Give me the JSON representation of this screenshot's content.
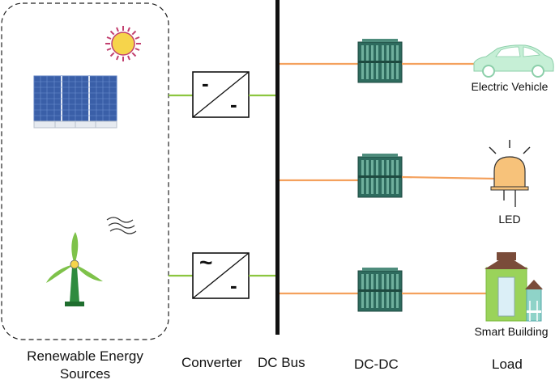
{
  "captions": {
    "sources_line1": "Renewable Energy",
    "sources_line2": "Sources",
    "converter": "Converter",
    "dc_bus": "DC Bus",
    "dcdc": "DC-DC",
    "load": "Load"
  },
  "loads": {
    "ev": "Electric Vehicle",
    "led": "LED",
    "building": "Smart Building"
  },
  "converters": {
    "top_in": "-",
    "top_out": "-",
    "bottom_in": "~",
    "bottom_out": "-"
  },
  "colors": {
    "green_line": "#8cc63f",
    "orange_line": "#f4a15d",
    "converter_body": "#2e6b5e",
    "ev": "#c6efd6",
    "led": "#f7c27a",
    "building": "#9ad35a",
    "roof": "#7a4c3a",
    "sun": "#f6d44b"
  }
}
